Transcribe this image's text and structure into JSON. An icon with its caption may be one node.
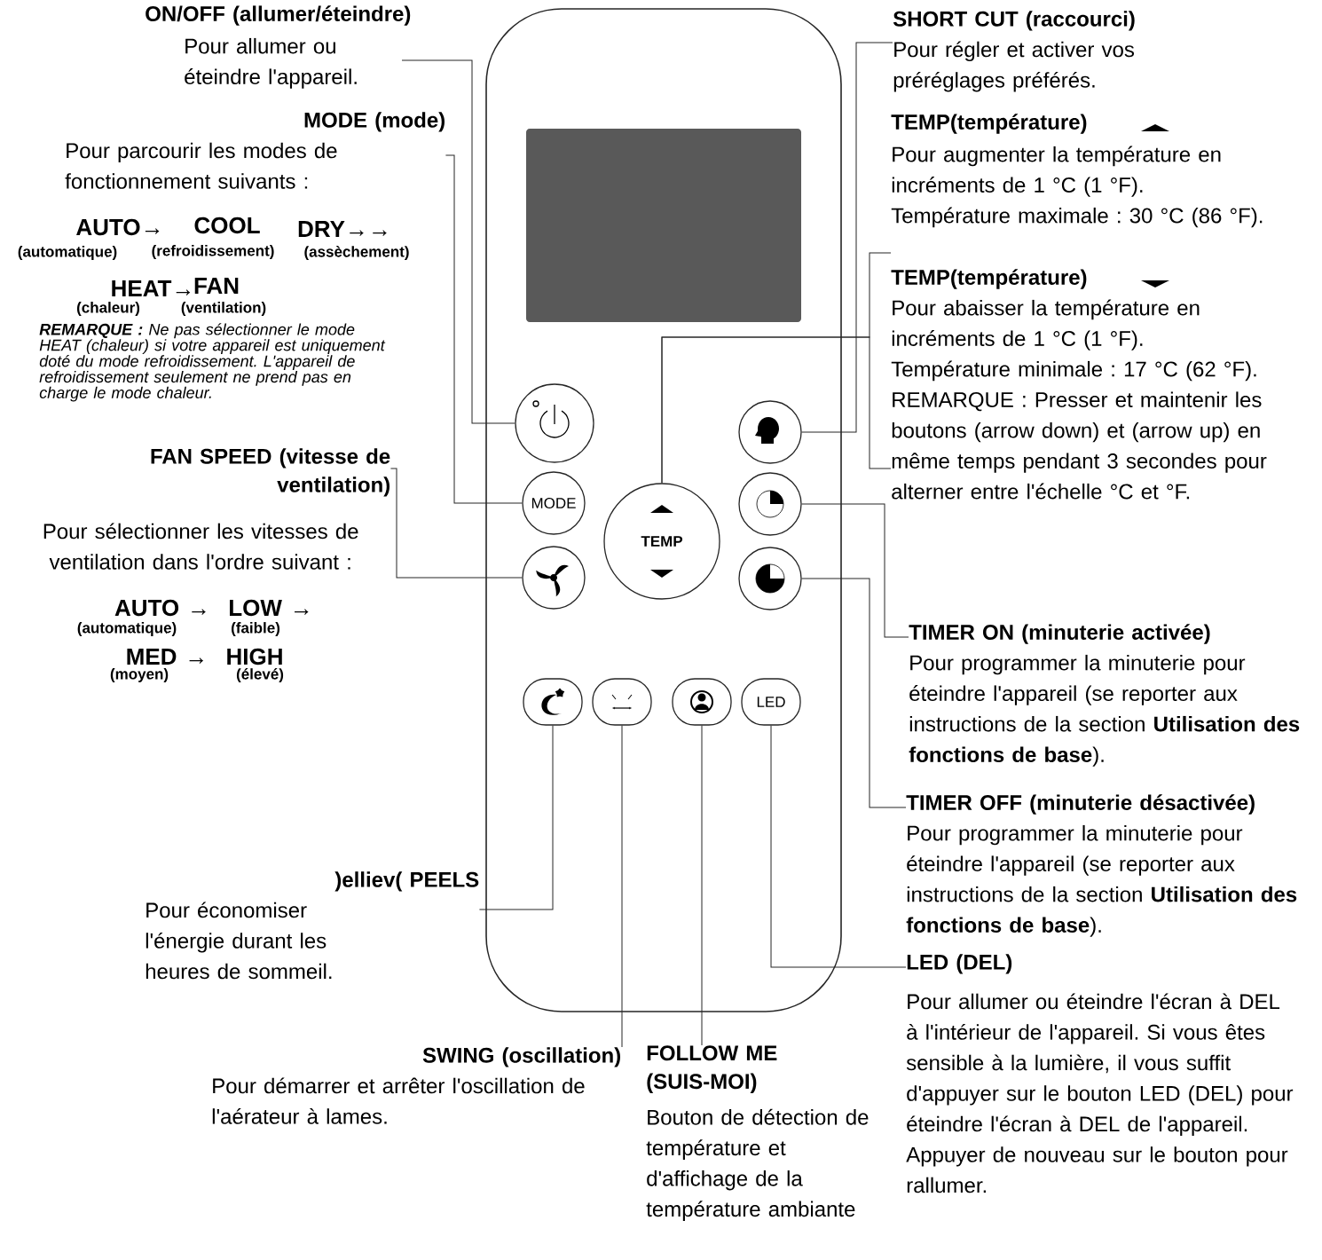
{
  "diagram": {
    "nodes": [
      {
        "text": [],
        "shape": "box"
      },
      {
        "text": [],
        "shape": "circle",
        "in": 0
      },
      {
        "text": [
          "MODE"
        ],
        "in": 0
      },
      {
        "text": [],
        "shape": "circle",
        "in": 0
      },
      {
        "text": [
          "TEMP"
        ],
        "in": 0
      },
      {
        "text": [],
        "shape": "circle",
        "in": 0
      },
      {
        "text": [],
        "shape": "circle",
        "in": 0
      },
      {
        "text": [],
        "shape": "circle",
        "in": 0
      },
      {
        "text": [],
        "shape": "oval",
        "in": 0
      },
      {
        "text": [],
        "shape": "oval",
        "in": 0
      },
      {
        "text": [],
        "shape": "oval",
        "in": 0
      },
      {
        "text": [
          "LED"
        ],
        "in": 0
      },
      {
        "text": [
          "ON/OFF (allumer/éteindre)",
          "Pour allumer ou éteindre l'appareil."
        ]
      },
      {
        "text": [
          "MODE (mode)",
          "Pour parcourir les modes de fonctionnement suivants :"
        ]
      },
      {
        "text": [
          "FAN SPEED (vitesse de ventilation)",
          "Pour sélectionner les vitesses de ventilation dans l'ordre suivant :"
        ]
      },
      {
        "text": [
          ")elliev( PEELS",
          "Pour économiser l'énergie durant les heures de sommeil."
        ]
      },
      {
        "text": [
          "SWING (oscillation)",
          "Pour démarrer et arrêter l'oscillation de l'aérateur à lames."
        ]
      },
      {
        "text": [
          "FOLLOW ME (SUIS-MOI)",
          "Bouton de détection de température et d'affichage de la température ambiante"
        ]
      },
      {
        "text": [
          "SHORT CUT (raccourci)",
          "Pour régler et activer vos préréglages préférés."
        ]
      },
      {
        "text": [
          "TEMP(température)",
          "Pour augmenter la température en incréments de 1 °C (1 °F).",
          "Température maximale : 30 °C (86 °F)."
        ]
      },
      {
        "text": [
          "TEMP(température)",
          "Pour abaisser la température en incréments de 1 °C (1 °F).",
          "Température minimale : 17 °C (62 °F).",
          "REMARQUE : Presser et maintenir les boutons (arrow down) et (arrow up) en même temps pendant 3 secondes pour alterner entre l'échelle °C et °F."
        ]
      },
      {
        "text": [
          "TIMER ON (minuterie activée)",
          "Pour programmer la minuterie pour éteindre l'appareil (se reporter aux instructions de la section **Utilisation des fonctions de base**)."
        ]
      },
      {
        "text": [
          "TIMER OFF (minuterie désactivée)",
          "Pour programmer la minuterie pour éteindre l'appareil (se reporter aux instructions de la section **Utilisation des fonctions de base**)."
        ]
      },
      {
        "text": [
          "LED (DEL)",
          "Pour allumer ou éteindre l'écran à DEL à l'intérieur de l'appareil. Si vous êtes sensible à la lumière, il vous suffit d'appuyer sur le bouton LED (DEL) pour éteindre l'écran à DEL de l'appareil. Appuyer de nouveau sur le bouton pour rallumer."
        ]
      }
    ],
    "edges": [
      {
        "from": 12,
        "to": 1,
        "arrow": "none"
      },
      {
        "from": 13,
        "to": 2,
        "arrow": "none"
      },
      {
        "from": 14,
        "to": 3,
        "arrow": "none"
      },
      {
        "from": 15,
        "to": 8,
        "arrow": "none"
      },
      {
        "from": 16,
        "to": 9,
        "arrow": "none"
      },
      {
        "from": 17,
        "to": 10,
        "arrow": "none"
      },
      {
        "from": 18,
        "to": 5,
        "arrow": "none"
      },
      {
        "from": 19,
        "to": 4,
        "arrow": "none"
      },
      {
        "from": 20,
        "to": 4,
        "arrow": "none"
      },
      {
        "from": 21,
        "to": 6,
        "arrow": "none"
      },
      {
        "from": 22,
        "to": 7,
        "arrow": "none"
      },
      {
        "from": 23,
        "to": 11,
        "arrow": "none"
      }
    ],
    "labels": [
      "AUTO→",
      "COOL",
      "DRY→→",
      "(automatique)",
      "(refroidissement)",
      "(assèchement)",
      "HEAT→",
      "FAN",
      "(chaleur)",
      "(ventilation)",
      "**REMARQUE :** Ne pas sélectionner le mode HEAT (chaleur) si votre appareil est uniquement doté du mode refroidissement. L'appareil de refroidissement seulement ne prend pas en charge le mode chaleur.",
      "AUTO →",
      "LOW →",
      "(automatique)",
      "(faible)",
      "MED →",
      "HIGH",
      "(moyen)",
      "(élevé)"
    ]
  }
}
